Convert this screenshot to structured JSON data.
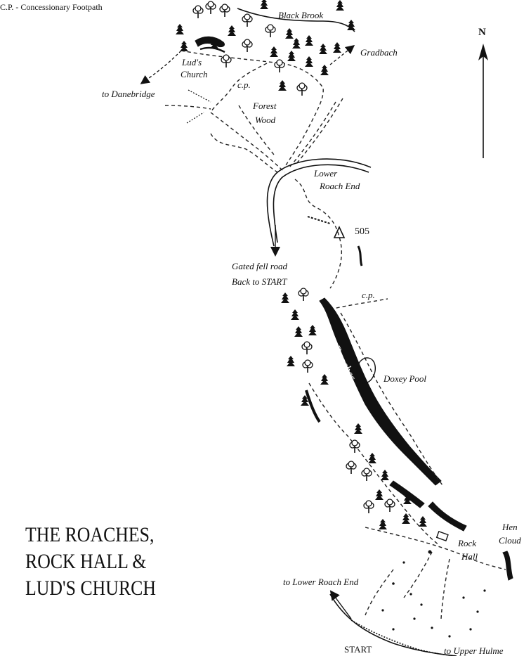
{
  "legend": {
    "text": "C.P. - Concessionary Footpath"
  },
  "north_label": "N",
  "title": {
    "lines": [
      "THE ROACHES,",
      "ROCK HALL &",
      "LUD'S CHURCH"
    ]
  },
  "labels": {
    "black_brook": "Black Brook",
    "gradbach": "Gradbach",
    "luds_church_1": "Lud's",
    "luds_church_2": "Church",
    "danebridge": "to Danebridge",
    "cp_forest": "c.p.",
    "forest_1": "Forest",
    "forest_2": "Wood",
    "lower_roach_1": "Lower",
    "lower_roach_2": "Roach End",
    "height": "505",
    "gated_1": "Gated fell road",
    "gated_2": "Back to START",
    "cp_ridge": "c.p.",
    "the_roaches": "The Roaches",
    "doxey_pool": "Doxey Pool",
    "hen_1": "Hen",
    "hen_2": "Cloud",
    "rock_hall_1": "Rock",
    "rock_hall_2": "Hall",
    "to_lower_roach_end": "to Lower Roach End",
    "start": "START",
    "upper_hulme": "to Upper Hulme"
  },
  "colors": {
    "ink": "#111111",
    "paper": "#ffffff"
  }
}
